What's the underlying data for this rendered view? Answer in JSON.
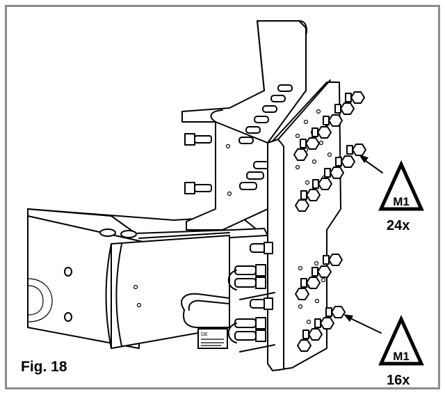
{
  "figure": {
    "label": "Fig. 18"
  },
  "callouts": [
    {
      "code": "M1",
      "count": "24x"
    },
    {
      "code": "M1",
      "count": "16x"
    }
  ],
  "plate": {
    "label_text": "DE"
  }
}
